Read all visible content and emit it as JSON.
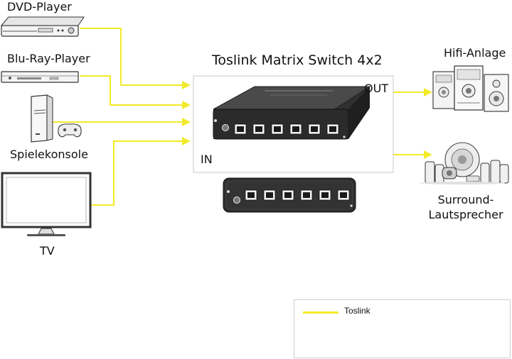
{
  "title": "Toslink Matrix Switch 4x2",
  "inputs": {
    "dvd_player": "DVD-Player",
    "bluray_player": "Blu-Ray-Player",
    "game_console": "Spielekonsole",
    "tv": "TV"
  },
  "outputs": {
    "hifi": "Hifi-Anlage",
    "surround_line1": "Surround-",
    "surround_line2": "Lautsprecher"
  },
  "switch_labels": {
    "in": "IN",
    "out": "OUT"
  },
  "legend": {
    "label": "Toslink"
  },
  "colors": {
    "cable": "#f2ea2a",
    "device_body": "#3a3a3a"
  }
}
